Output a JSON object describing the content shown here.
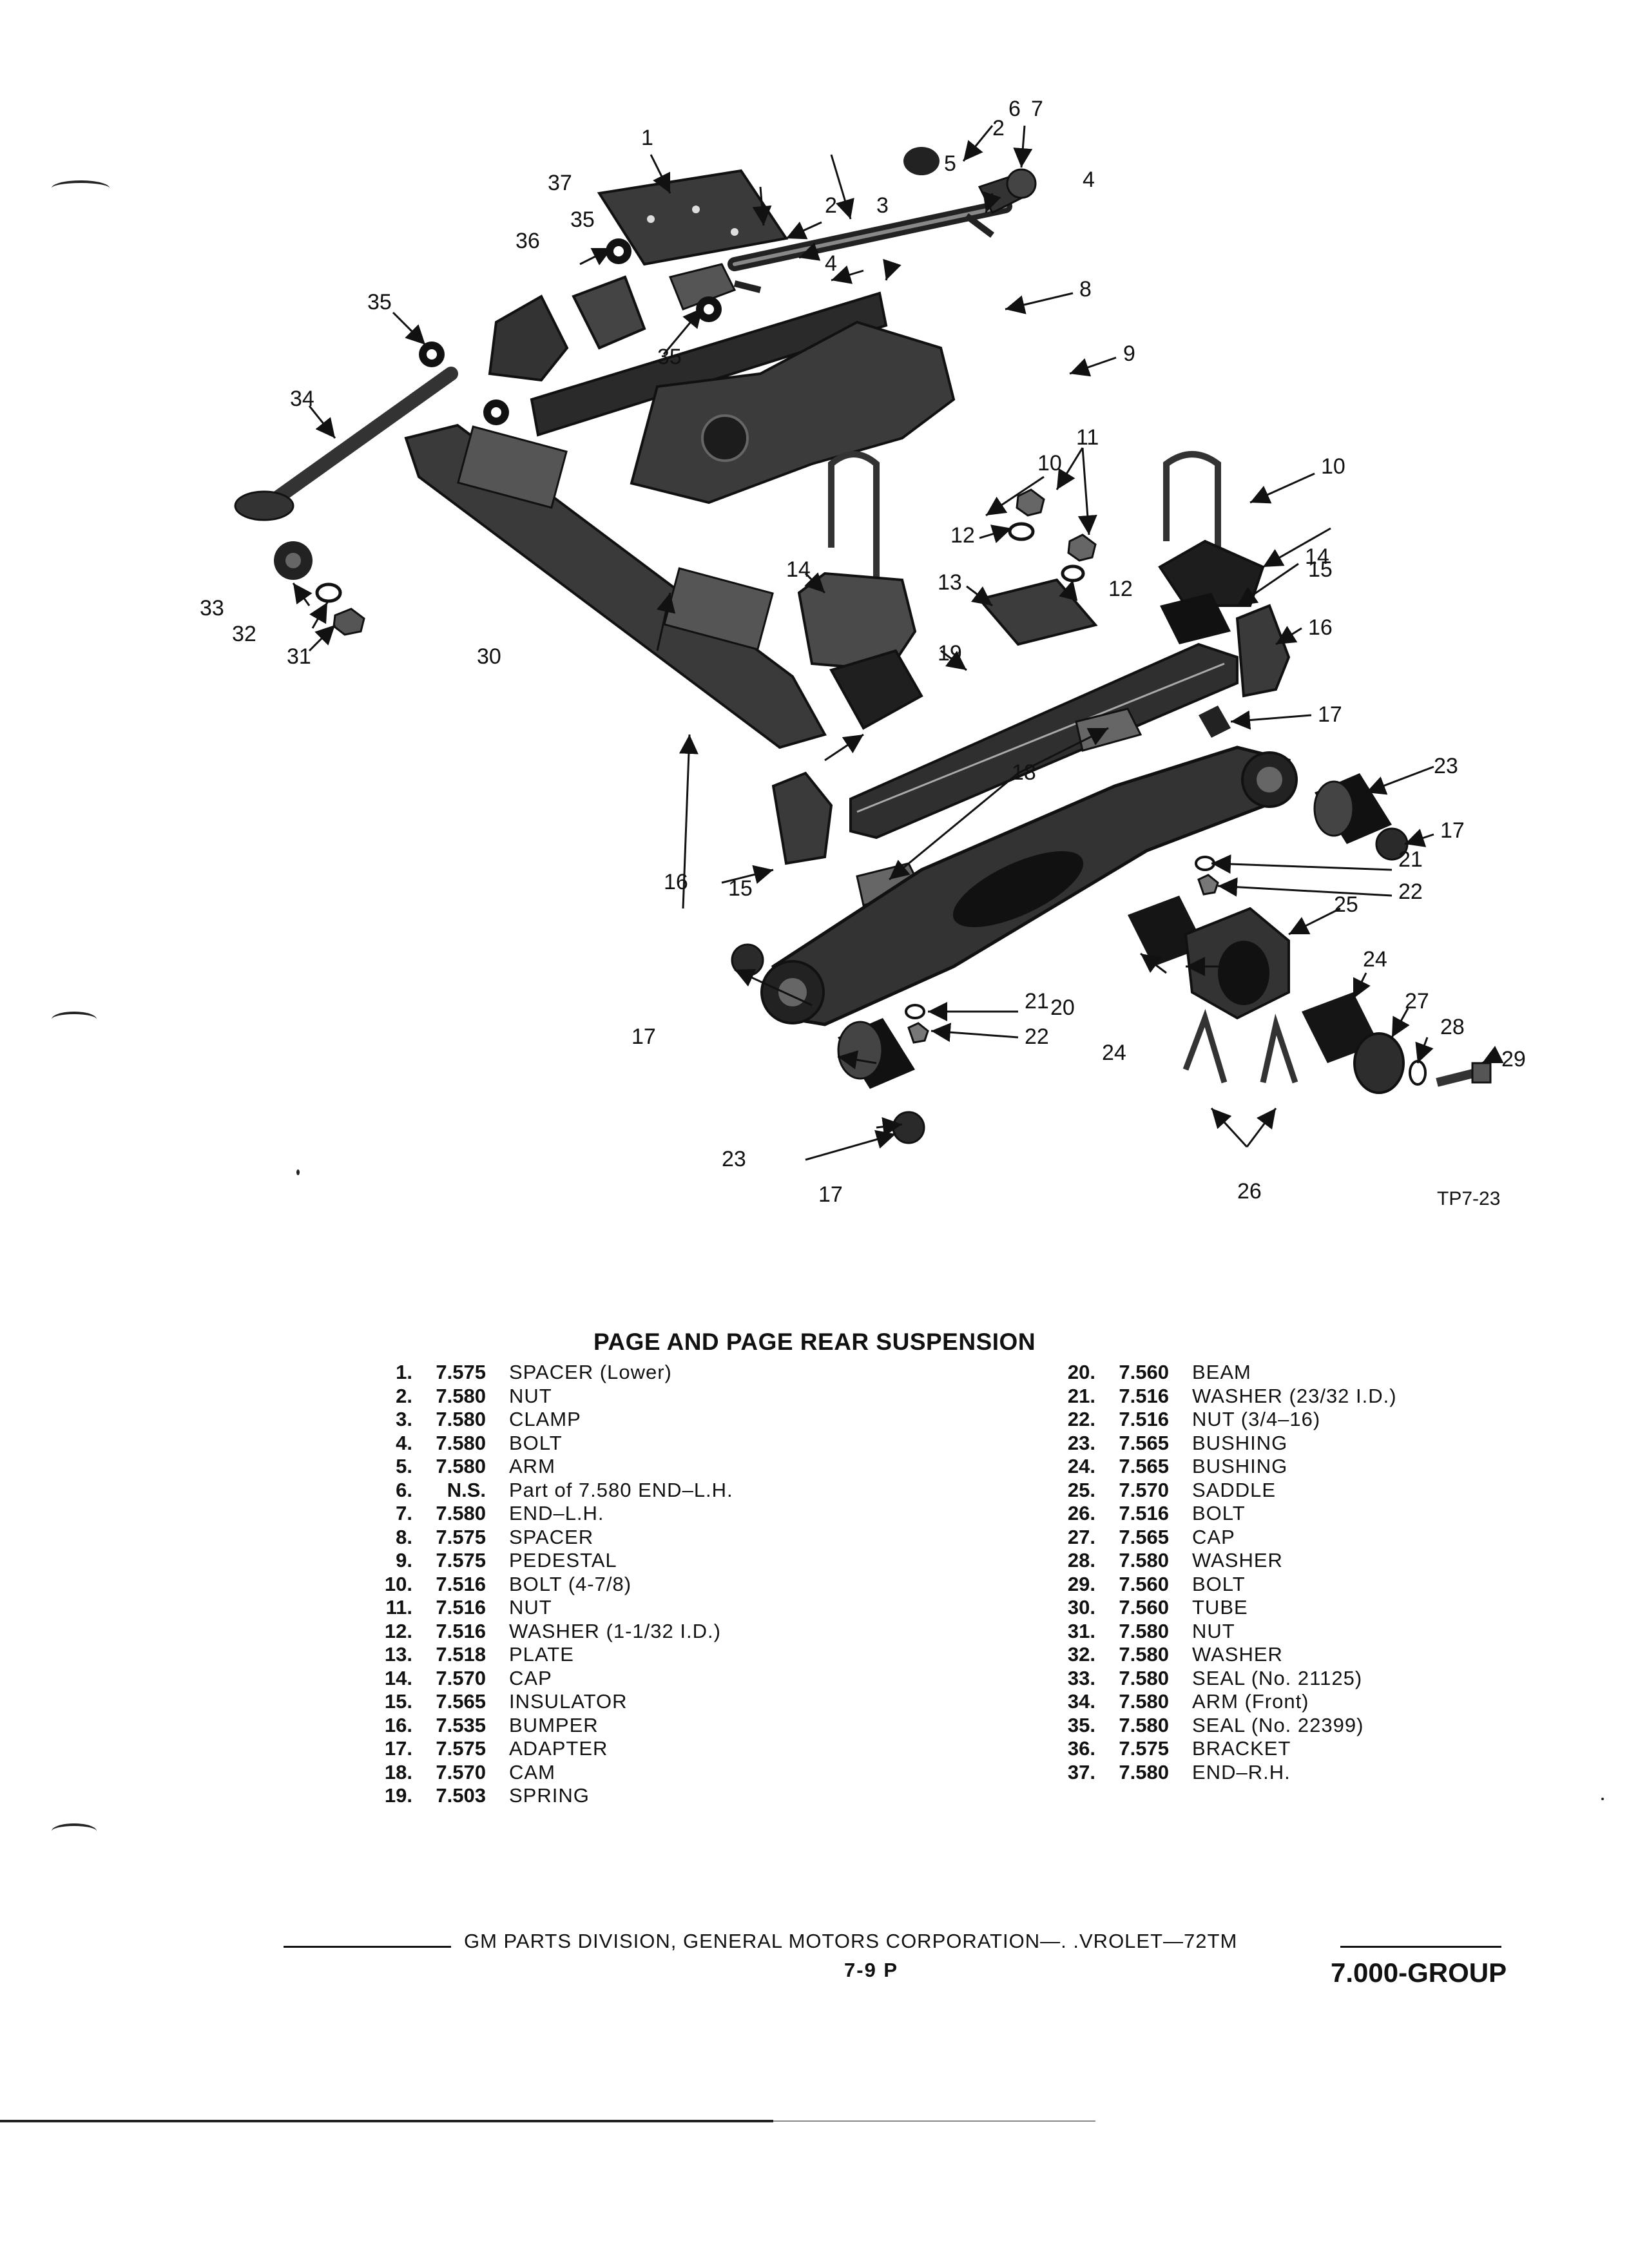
{
  "diagram": {
    "figure_code": "TP7-23",
    "callouts": [
      "1",
      "2",
      "2",
      "3",
      "4",
      "4",
      "5",
      "6",
      "7",
      "8",
      "9",
      "10",
      "10",
      "11",
      "12",
      "12",
      "13",
      "14",
      "14",
      "15",
      "15",
      "16",
      "16",
      "17",
      "17",
      "17",
      "17",
      "18",
      "19",
      "20",
      "21",
      "21",
      "22",
      "22",
      "23",
      "23",
      "24",
      "24",
      "25",
      "26",
      "27",
      "28",
      "29",
      "30",
      "31",
      "32",
      "33",
      "34",
      "35",
      "35",
      "35",
      "36",
      "37"
    ]
  },
  "legend": {
    "title": "PAGE AND PAGE REAR SUSPENSION",
    "left": [
      {
        "num": "1.",
        "ref": "7.575",
        "desc": "SPACER (Lower)"
      },
      {
        "num": "2.",
        "ref": "7.580",
        "desc": "NUT"
      },
      {
        "num": "3.",
        "ref": "7.580",
        "desc": "CLAMP"
      },
      {
        "num": "4.",
        "ref": "7.580",
        "desc": "BOLT"
      },
      {
        "num": "5.",
        "ref": "7.580",
        "desc": "ARM"
      },
      {
        "num": "6.",
        "ref": "N.S.",
        "desc": "Part of 7.580 END–L.H."
      },
      {
        "num": "7.",
        "ref": "7.580",
        "desc": "END–L.H."
      },
      {
        "num": "8.",
        "ref": "7.575",
        "desc": "SPACER"
      },
      {
        "num": "9.",
        "ref": "7.575",
        "desc": "PEDESTAL"
      },
      {
        "num": "10.",
        "ref": "7.516",
        "desc": "BOLT (4-7/8)"
      },
      {
        "num": "11.",
        "ref": "7.516",
        "desc": "NUT"
      },
      {
        "num": "12.",
        "ref": "7.516",
        "desc": "WASHER (1-1/32 I.D.)"
      },
      {
        "num": "13.",
        "ref": "7.518",
        "desc": "PLATE"
      },
      {
        "num": "14.",
        "ref": "7.570",
        "desc": "CAP"
      },
      {
        "num": "15.",
        "ref": "7.565",
        "desc": "INSULATOR"
      },
      {
        "num": "16.",
        "ref": "7.535",
        "desc": "BUMPER"
      },
      {
        "num": "17.",
        "ref": "7.575",
        "desc": "ADAPTER"
      },
      {
        "num": "18.",
        "ref": "7.570",
        "desc": "CAM"
      },
      {
        "num": "19.",
        "ref": "7.503",
        "desc": "SPRING"
      }
    ],
    "right": [
      {
        "num": "20.",
        "ref": "7.560",
        "desc": "BEAM"
      },
      {
        "num": "21.",
        "ref": "7.516",
        "desc": "WASHER (23/32 I.D.)"
      },
      {
        "num": "22.",
        "ref": "7.516",
        "desc": "NUT (3/4–16)"
      },
      {
        "num": "23.",
        "ref": "7.565",
        "desc": "BUSHING"
      },
      {
        "num": "24.",
        "ref": "7.565",
        "desc": "BUSHING"
      },
      {
        "num": "25.",
        "ref": "7.570",
        "desc": "SADDLE"
      },
      {
        "num": "26.",
        "ref": "7.516",
        "desc": "BOLT"
      },
      {
        "num": "27.",
        "ref": "7.565",
        "desc": "CAP"
      },
      {
        "num": "28.",
        "ref": "7.580",
        "desc": "WASHER"
      },
      {
        "num": "29.",
        "ref": "7.560",
        "desc": "BOLT"
      },
      {
        "num": "30.",
        "ref": "7.560",
        "desc": "TUBE"
      },
      {
        "num": "31.",
        "ref": "7.580",
        "desc": "NUT"
      },
      {
        "num": "32.",
        "ref": "7.580",
        "desc": "WASHER"
      },
      {
        "num": "33.",
        "ref": "7.580",
        "desc": "SEAL (No. 21125)"
      },
      {
        "num": "34.",
        "ref": "7.580",
        "desc": "ARM (Front)"
      },
      {
        "num": "35.",
        "ref": "7.580",
        "desc": "SEAL (No. 22399)"
      },
      {
        "num": "36.",
        "ref": "7.575",
        "desc": "BRACKET"
      },
      {
        "num": "37.",
        "ref": "7.580",
        "desc": "END–R.H."
      }
    ]
  },
  "footer": {
    "division": "GM PARTS DIVISION, GENERAL MOTORS CORPORATION—. .VROLET—72TM",
    "page": "7-9 P",
    "group": "7.000-GROUP"
  }
}
